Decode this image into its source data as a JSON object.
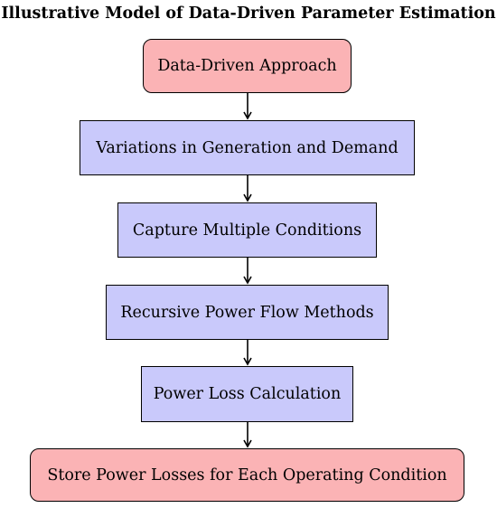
{
  "title": "Illustrative Model of Data-Driven Parameter Estimation",
  "nodes": [
    {
      "id": "data-driven-approach",
      "label": "Data-Driven Approach",
      "fill": "#fbb3b5",
      "shape": "rounded"
    },
    {
      "id": "variations-in-generation-and-demand",
      "label": "Variations in Generation and Demand",
      "fill": "#c9c9fb",
      "shape": "rectangle"
    },
    {
      "id": "capture-multiple-conditions",
      "label": "Capture Multiple Conditions",
      "fill": "#c9c9fb",
      "shape": "rectangle"
    },
    {
      "id": "recursive-power-flow-methods",
      "label": "Recursive Power Flow Methods",
      "fill": "#c9c9fb",
      "shape": "rectangle"
    },
    {
      "id": "power-loss-calculation",
      "label": "Power Loss Calculation",
      "fill": "#c9c9fb",
      "shape": "rectangle"
    },
    {
      "id": "store-power-losses",
      "label": "Store Power Losses for Each Operating Condition",
      "fill": "#fbb3b5",
      "shape": "rounded"
    }
  ],
  "edges": [
    {
      "from": "data-driven-approach",
      "to": "variations-in-generation-and-demand"
    },
    {
      "from": "variations-in-generation-and-demand",
      "to": "capture-multiple-conditions"
    },
    {
      "from": "capture-multiple-conditions",
      "to": "recursive-power-flow-methods"
    },
    {
      "from": "recursive-power-flow-methods",
      "to": "power-loss-calculation"
    },
    {
      "from": "power-loss-calculation",
      "to": "store-power-losses"
    }
  ]
}
